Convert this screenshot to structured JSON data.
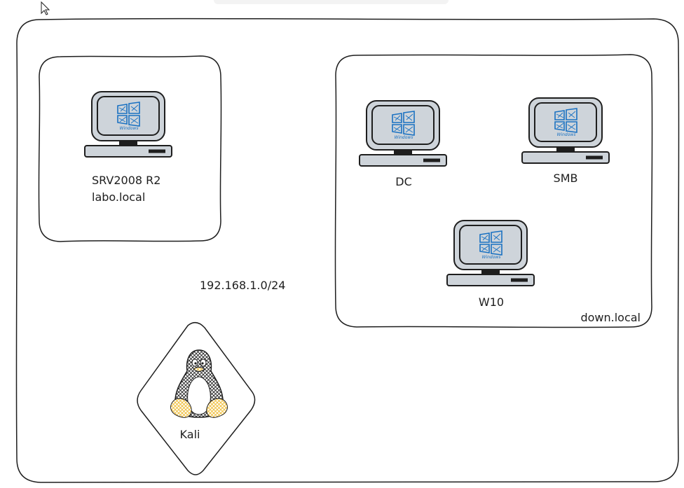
{
  "colors": {
    "stroke": "#1e1e1e",
    "monitor_fill": "#ced4da",
    "windows_blue": "#1971c2",
    "penguin_yellow": "#f0c040"
  },
  "icons": {
    "cursor": "arrow-cursor-icon",
    "computer": "windows-computer-icon",
    "linux": "tux-penguin-icon"
  },
  "network": {
    "subnet_label": "192.168.1.0/24"
  },
  "hosts": {
    "srv2008": {
      "name": "SRV2008 R2",
      "domain": "labo.local",
      "os_logo": "Windows"
    },
    "dc": {
      "name": "DC",
      "os_logo": "Windows"
    },
    "smb": {
      "name": "SMB",
      "os_logo": "Windows"
    },
    "w10": {
      "name": "W10",
      "os_logo": "Windows"
    },
    "kali": {
      "name": "Kali"
    }
  },
  "domains": {
    "down_local": "down.local"
  }
}
